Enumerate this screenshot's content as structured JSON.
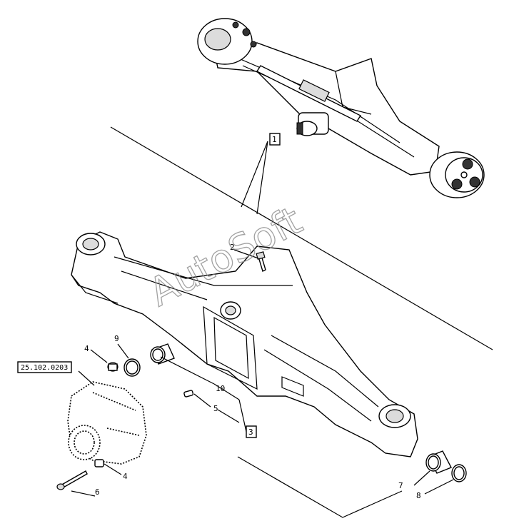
{
  "callouts": {
    "c1": "1",
    "c2": "2",
    "c3": "3",
    "c4a": "4",
    "c4b": "4",
    "c5": "5",
    "c6": "6",
    "c7": "7",
    "c8": "8",
    "c9": "9",
    "c10": "10"
  },
  "reference_box": "25.102.0203",
  "watermark": "AutoSoft"
}
